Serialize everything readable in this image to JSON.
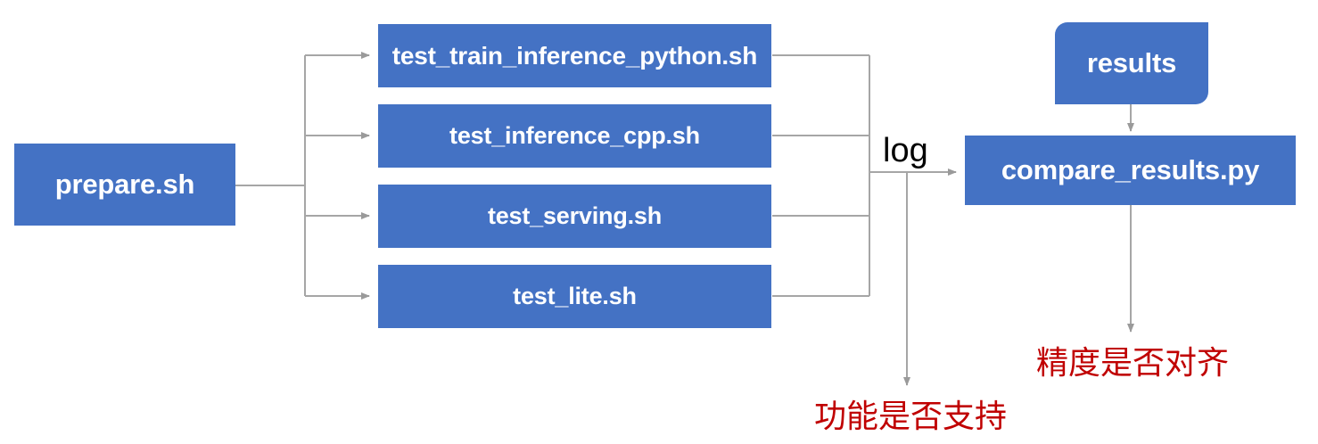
{
  "diagram": {
    "title": "PaddlePaddle TIPC test pipeline flowchart",
    "colors": {
      "node_fill": "#4472C4",
      "node_text": "#FFFFFF",
      "connector": "#A6A6A6",
      "annotation_red": "#C00000",
      "background": "#FFFFFF"
    },
    "nodes": {
      "prepare": {
        "label": "prepare.sh"
      },
      "train_python": {
        "label": "test_train_inference_python.sh"
      },
      "inference_cpp": {
        "label": "test_inference_cpp.sh"
      },
      "serving": {
        "label": "test_serving.sh"
      },
      "lite": {
        "label": "test_lite.sh"
      },
      "results": {
        "label": "results"
      },
      "compare": {
        "label": "compare_results.py"
      }
    },
    "edge_labels": {
      "log": "log"
    },
    "annotations": {
      "feature_support": "功能是否支持",
      "precision_align": "精度是否对齐"
    }
  }
}
